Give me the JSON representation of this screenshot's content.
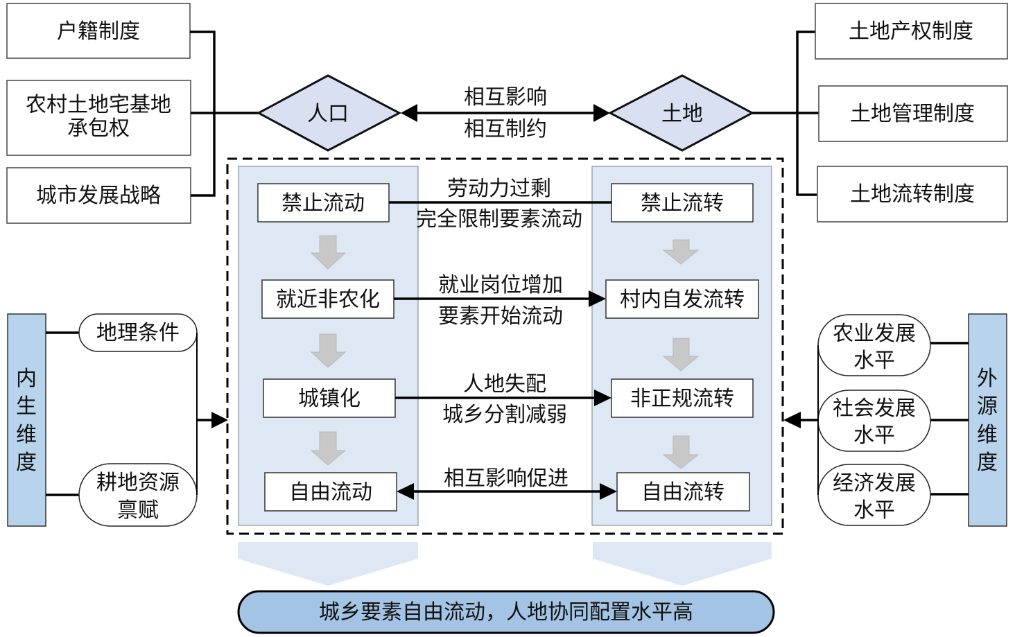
{
  "top_left_factors": [
    {
      "lines": [
        "户籍制度"
      ]
    },
    {
      "lines": [
        "农村土地宅基地",
        "承包权"
      ]
    },
    {
      "lines": [
        "城市发展战略"
      ]
    }
  ],
  "top_right_factors": [
    {
      "lines": [
        "土地产权制度"
      ]
    },
    {
      "lines": [
        "土地管理制度"
      ]
    },
    {
      "lines": [
        "土地流转制度"
      ]
    }
  ],
  "diamonds": {
    "population": "人口",
    "land": "土地"
  },
  "center_relation": [
    "相互影响",
    "相互制约"
  ],
  "population_stages": [
    "禁止流动",
    "就近非农化",
    "城镇化",
    "自由流动"
  ],
  "land_stages": [
    "禁止流转",
    "村内自发流转",
    "非正规流转",
    "自由流转"
  ],
  "stage_relations": [
    {
      "lines": [
        "劳动力过剩",
        "完全限制要素流动"
      ],
      "arrow": "none"
    },
    {
      "lines": [
        "就业岗位增加",
        "要素开始流动"
      ],
      "arrow": "right"
    },
    {
      "lines": [
        "人地失配",
        "城乡分割减弱"
      ],
      "arrow": "right"
    },
    {
      "lines": [
        "相互影响促进"
      ],
      "arrow": "both"
    }
  ],
  "endogenous": {
    "label": [
      "内",
      "生",
      "维",
      "度"
    ],
    "factors": [
      {
        "lines": [
          "地理条件"
        ]
      },
      {
        "lines": [
          "耕地资源",
          "禀赋"
        ]
      }
    ]
  },
  "exogenous": {
    "label": [
      "外",
      "源",
      "维",
      "度"
    ],
    "factors": [
      {
        "lines": [
          "农业发展",
          "水平"
        ]
      },
      {
        "lines": [
          "社会发展",
          "水平"
        ]
      },
      {
        "lines": [
          "经济发展",
          "水平"
        ]
      }
    ]
  },
  "result": "城乡要素自由流动，人地协同配置水平高",
  "colors": {
    "panel": "#dde8f4",
    "diamond": "#d9e0f2",
    "dimension": "#b8d3ec",
    "result": "#a3c4e4",
    "gray_arrow": "#c8c8c8"
  }
}
